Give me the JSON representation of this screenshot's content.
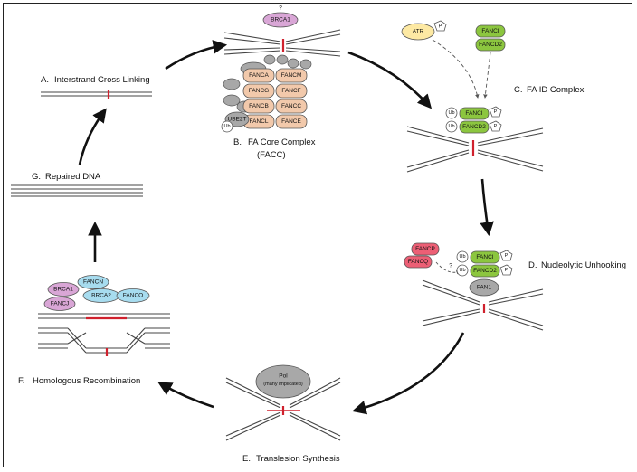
{
  "steps": {
    "a": {
      "letter": "A.",
      "label": "Interstrand Cross Linking"
    },
    "b": {
      "letter": "B.",
      "label": "FA Core Complex",
      "sublabel": "(FACC)"
    },
    "c": {
      "letter": "C.",
      "label": "FA ID Complex"
    },
    "d": {
      "letter": "D.",
      "label": "Nucleolytic Unhooking"
    },
    "e": {
      "letter": "E.",
      "label": "Translesion Synthesis"
    },
    "f": {
      "letter": "F.",
      "label": "Homologous Recombination"
    },
    "g": {
      "letter": "G.",
      "label": "Repaired DNA"
    }
  },
  "proteins": {
    "brca1_top": "BRCA1",
    "question_mark": "?",
    "fanca": "FANCA",
    "fancm": "FANCM",
    "fancg": "FANCG",
    "fancf": "FANCF",
    "fancb": "FANCB",
    "fancc": "FANCC",
    "fancl": "FANCL",
    "fance": "FANCE",
    "ube2t": "UBE2T",
    "ub": "Ub",
    "atr": "ATR",
    "p": "P",
    "fanci": "FANCI",
    "fancd2": "FANCD2",
    "fancp": "FANCP",
    "fancq": "FANCQ",
    "fan1": "FAN1",
    "pol": "Pol",
    "pol_note": "(many implicated)",
    "brca1": "BRCA1",
    "fancj": "FANCJ",
    "fancn": "FANCN",
    "brca2": "BRCA2",
    "fanco": "FANCO"
  },
  "colors": {
    "core": "#f2c9ab",
    "fanci_d2": "#8cc63f",
    "atr": "#fde9a3",
    "brca1": "#d9a6d6",
    "fancp_q": "#ec5f75",
    "brca2_group": "#a7dcef",
    "gray": "#a8a8a8",
    "crosslink": "#d0212d"
  }
}
